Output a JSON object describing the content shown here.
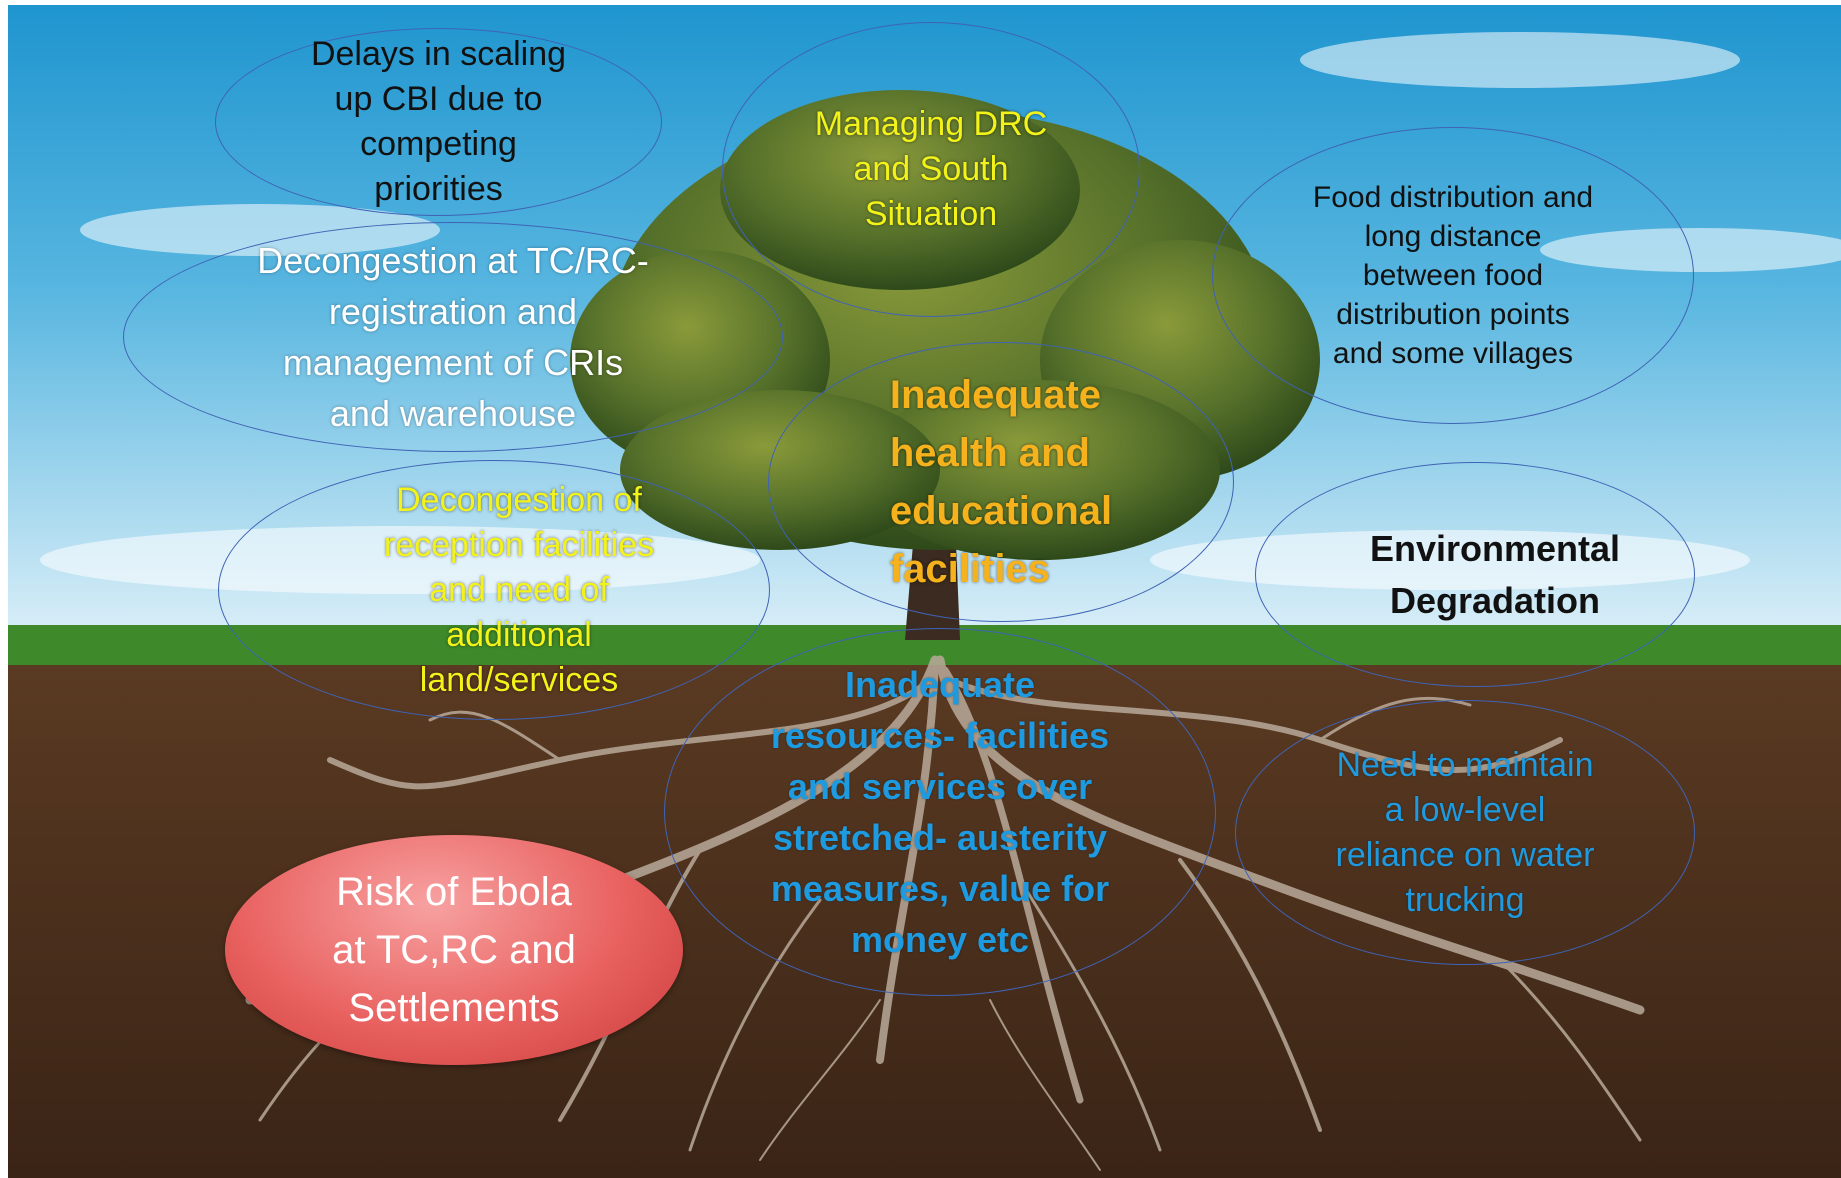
{
  "colors": {
    "sky_top": "#2aa0d6",
    "sky_bottom": "#d8eef8",
    "grass": "#3e8a2a",
    "soil": "#4a2e1c",
    "bubble_border": "#3f63b5",
    "risk_fill": "#e8615f",
    "text_yellow": "#f3f31a",
    "text_orange": "#f5b21c",
    "text_blue": "#1e9be0"
  },
  "bubbles": {
    "delays_cbi": "Delays in scaling\nup CBI due to\ncompeting\npriorities",
    "managing_drc": "Managing DRC\nand South\nSituation",
    "food_distribution": "Food distribution and\nlong distance\nbetween food\ndistribution points\nand some villages",
    "decongestion_tc_rc": "Decongestion at TC/RC-\nregistration and\nmanagement of CRIs\nand warehouse",
    "inadequate_health": "Inadequate\nhealth and\neducational\nfacilities",
    "decongestion_reception": "Decongestion of\nreception facilities\nand need of\nadditional\nland/services",
    "environmental": "Environmental\nDegradation",
    "inadequate_resources": "Inadequate\nresources- facilities\nand services over\nstretched- austerity\nmeasures, value for\nmoney etc",
    "water_trucking": "Need to maintain\na low-level\nreliance on water\ntrucking",
    "risk_ebola": "Risk of Ebola\nat TC,RC and\nSettlements"
  }
}
